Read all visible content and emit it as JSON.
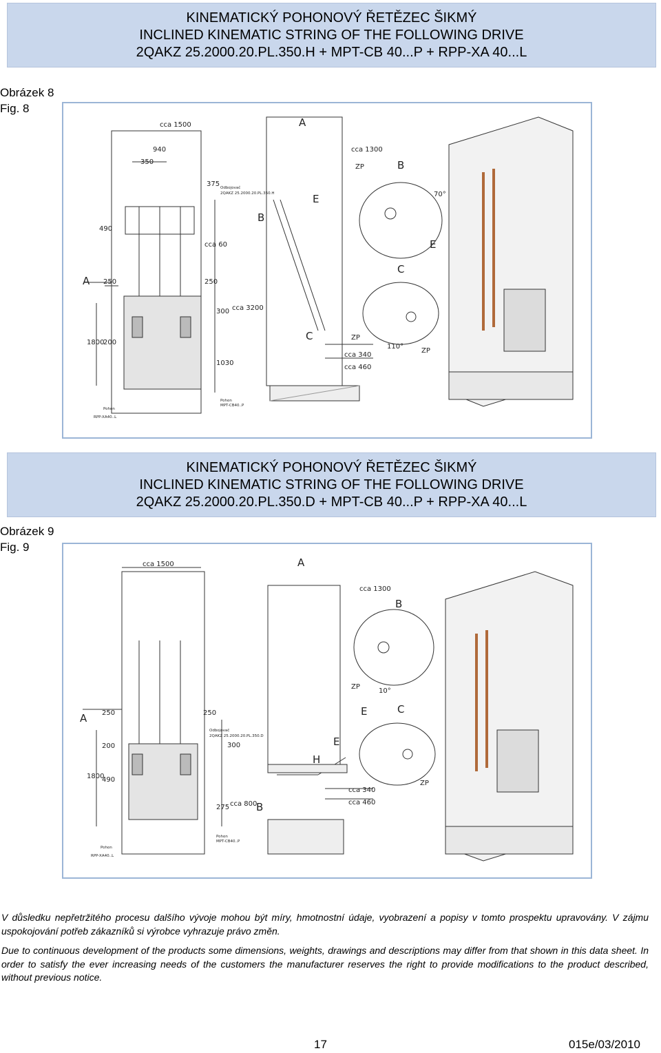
{
  "fig8": {
    "banner": [
      "KINEMATICKÝ POHONOVÝ ŘETĚZEC ŠIKMÝ",
      "INCLINED KINEMATIC STRING OF THE FOLLOWING DRIVE",
      "2QAKZ 25.2000.20.PL.350.H + MPT-CB 40...P + RPP-XA 40...L"
    ],
    "label_cz": "Obrázek 8",
    "label_en": "Fig. 8",
    "drawing": {
      "view_labels": [
        "A",
        "B",
        "C",
        "A",
        "B",
        "C",
        "E",
        "E"
      ],
      "dims": [
        "cca 1500",
        "940",
        "350",
        "375",
        "490",
        "cca 60",
        "250",
        "250",
        "300",
        "cca 3200",
        "1800",
        "200",
        "1030",
        "cca 1300",
        "ZP",
        "ZP",
        "ZP",
        "70°",
        "110°",
        "cca 340",
        "cca 460"
      ],
      "small_texts": [
        "Odbojovač",
        "2QAKZ 25.2000.20.PL.350.H",
        "Pohon",
        "MPT-CB40..P",
        "Pohon",
        "RPP-XA40..L"
      ]
    }
  },
  "fig9": {
    "banner": [
      "KINEMATICKÝ POHONOVÝ ŘETĚZEC ŠIKMÝ",
      "INCLINED KINEMATIC STRING OF THE FOLLOWING DRIVE",
      "2QAKZ 25.2000.20.PL.350.D + MPT-CB 40...P + RPP-XA 40...L"
    ],
    "label_cz": "Obrázek 9",
    "label_en": "Fig. 9",
    "drawing": {
      "view_labels": [
        "A",
        "A",
        "B",
        "B",
        "C",
        "E",
        "E",
        "H"
      ],
      "dims": [
        "cca 1500",
        "250",
        "250",
        "200",
        "300",
        "1800",
        "490",
        "275",
        "cca 800",
        "cca 1300",
        "ZP",
        "ZP",
        "10°",
        "cca 340",
        "cca 460"
      ],
      "small_texts": [
        "Odbojovač",
        "2QAKZ 25.2000.20.PL.350.D",
        "Pohon",
        "MPT-CB40..P",
        "Pohon",
        "RPP-XA40..L"
      ]
    }
  },
  "disclaimer": {
    "cz": "V důsledku nepřetržitého procesu dalšího vývoje mohou být míry, hmotnostní údaje, vyobrazení a popisy v tomto prospektu upravovány. V zájmu uspokojování potřeb zákazníků si výrobce vyhrazuje právo změn.",
    "en": "Due to continuous development of the products some dimensions, weights, drawings and descriptions may differ from that shown in this data sheet. In order to satisfy the ever increasing needs of the customers the manufacturer reserves the right to provide modifications to the product described, without previous notice."
  },
  "footer": {
    "page": "17",
    "code": "015e/03/2010"
  }
}
